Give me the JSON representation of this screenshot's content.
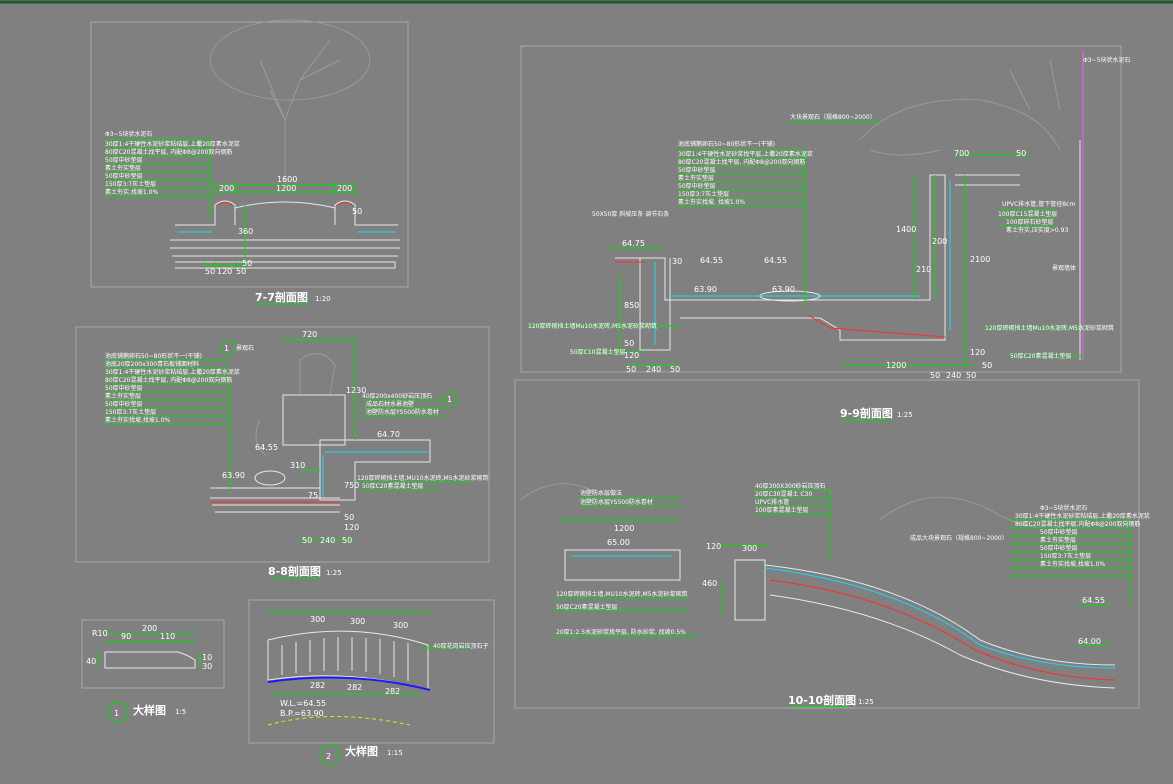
{
  "colors": {
    "background": "#808080",
    "dimension": "#00e000",
    "line": "#e8e8e8",
    "water": "#19d7ff",
    "hatch": "#ff2b2b",
    "grade": "#e6e600",
    "pond": "#1a1aff"
  },
  "s77": {
    "title": "7-7剖面图",
    "scale": "1:20",
    "notes": [
      "Φ3~5块状水泥石",
      "30厚1:4干硬性水泥砂浆粘结层,上撒20厚素水泥浆",
      "80厚C20混凝土找平层, 内配Φ8@200双向钢筋",
      "50厚中砂垫层",
      "素土夯实垫层",
      "50厚中砂垫层",
      "150厚3:7灰土垫层",
      "素土夯实,找坡1.0%"
    ],
    "dims": [
      "1600",
      "200",
      "1200",
      "200",
      "50",
      "120",
      "50",
      "50",
      "360",
      "50"
    ]
  },
  "s99": {
    "title": "9-9剖面图",
    "scale": "1:25",
    "top_note": "大块景观石（规格800~2000）",
    "notes": [
      "池底铺鹅卵石50~80形状不一(干铺)",
      "30厚1:4干硬性水泥砂浆找平层,上撒20厚素水泥浆",
      "80厚C20混凝土找平层, 内配Φ8@200双向钢筋",
      "50厚中砂垫层",
      "素土夯实垫层",
      "50厚中砂垫层",
      "150厚3:7灰土垫层",
      "素土夯实找坡, 找坡1.0%"
    ],
    "left_note": "50X50厚 斜坡压条  调节石条",
    "right_notes": [
      "Φ3~5块状水泥石",
      "UPVC排水管,管下管径8cm",
      "100厚C15混凝土垫层",
      "100厚碎石砂垫层",
      "素土夯实,压实度>0.93"
    ],
    "side_note": "景观墙体",
    "bottom_notes": [
      "120厚砖砌挡土墙Mu10水泥砖,M5水泥砂浆砌筑",
      "50厚C10混凝土垫层",
      "120厚砖砌挡土墙Mu10水泥砖,M5水泥砂浆砌筑",
      "50厚C20素混凝土垫层"
    ],
    "elevs": [
      "64.75",
      "64.55",
      "64.55",
      "63.90",
      "63.90"
    ],
    "dims": [
      "30",
      "700",
      "50",
      "850",
      "50",
      "120",
      "50",
      "240",
      "50",
      "1400",
      "2100",
      "210",
      "200",
      "1200",
      "50",
      "240",
      "50",
      "120",
      "50"
    ]
  },
  "s88": {
    "title": "8-8剖面图",
    "scale": "1:25",
    "marker": "1",
    "marker2": "1",
    "left_top": "景观石",
    "notes": [
      "池底铺鹅卵石50~80形状不一(干铺)",
      "池底20厚200x300青石板铺面材料",
      "30厚1:4干硬性水泥砂浆粘结层,上撒20厚素水泥浆",
      "80厚C20混凝土找平层, 内配Φ8@200双向钢筋",
      "50厚中砂垫层",
      "素土夯实垫层",
      "50厚中砂垫层",
      "150厚3:7灰土垫层",
      "素土夯实找坡,找坡1.0%"
    ],
    "right_notes": [
      "40厚200x400砂岩压顶石",
      "成品石材水景池壁",
      "池壁防水层YS500防水卷材"
    ],
    "bottom_notes": [
      "120厚砖砌挡土墙,MU10水泥砖,M5水泥砂浆砌筑",
      "50厚C20素混凝土垫层"
    ],
    "elevs": [
      "64.55",
      "64.70",
      "63.90"
    ],
    "dims": [
      "720",
      "1230",
      "310",
      "750",
      "75",
      "50",
      "120",
      "50",
      "240",
      "50"
    ]
  },
  "s1010": {
    "title": "10-10剖面图",
    "scale": "1:25",
    "left_notes": [
      "池壁防水层做法",
      "池壁防水层YS500防水卷材"
    ],
    "top_notes": [
      "40厚300X300砂岩压顶石",
      "20厚C30混凝土 C30",
      "UPVC排水管",
      "100厚素混凝土垫层"
    ],
    "right_top": "成品大块景观石（规格800~2000）",
    "right_notes": [
      "Φ3~5块状水泥石",
      "30厚1:4干硬性水泥砂浆粘结层,上撒20厚素水泥浆",
      "80厚C20混凝土找平层,内配Φ8@200双向钢筋",
      "50厚中砂垫层",
      "素土夯实垫层",
      "50厚中砂垫层",
      "150厚3:7灰土垫层",
      "素土夯实找坡,找坡1.0%"
    ],
    "bottom_notes": [
      "120厚砖砌挡土墙,MU10水泥砖,M5水泥砂浆砌筑",
      "50厚C20素混凝土垫层",
      "20厚1:2.5水泥砂浆找平层, 防水砂浆, 找坡0.5%"
    ],
    "elevs": [
      "65.00",
      "64.55",
      "64.00"
    ],
    "dims": [
      "1200",
      "120",
      "300",
      "460"
    ]
  },
  "d1": {
    "title": "大样图",
    "number": "1",
    "scale": "1:5",
    "dims": [
      "200",
      "90",
      "110",
      "R10",
      "40",
      "10",
      "30"
    ]
  },
  "d2": {
    "title": "大样图",
    "number": "2",
    "scale": "1:15",
    "dims": [
      "300",
      "300",
      "300",
      "282",
      "282",
      "282"
    ],
    "note": "40厚花岗岩压顶石子",
    "wl": "W.L.=64.55",
    "bp": "B.P.=63.90"
  }
}
